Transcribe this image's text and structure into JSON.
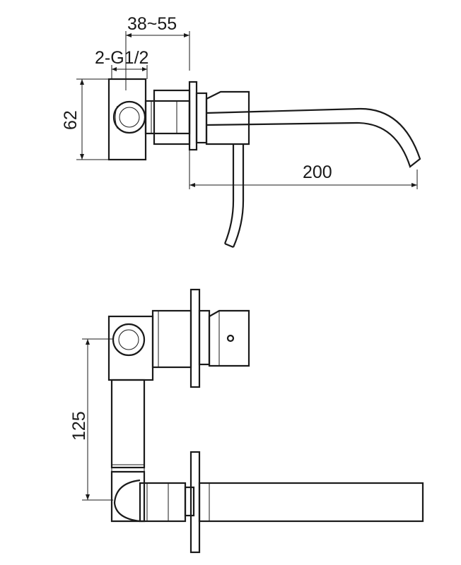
{
  "top_view": {
    "dim_outlet_range": "38~55",
    "dim_inlet_thread": "2-G1/2",
    "dim_body_height": "62",
    "dim_spout_reach": "200"
  },
  "front_view": {
    "dim_centre_distance": "125"
  }
}
